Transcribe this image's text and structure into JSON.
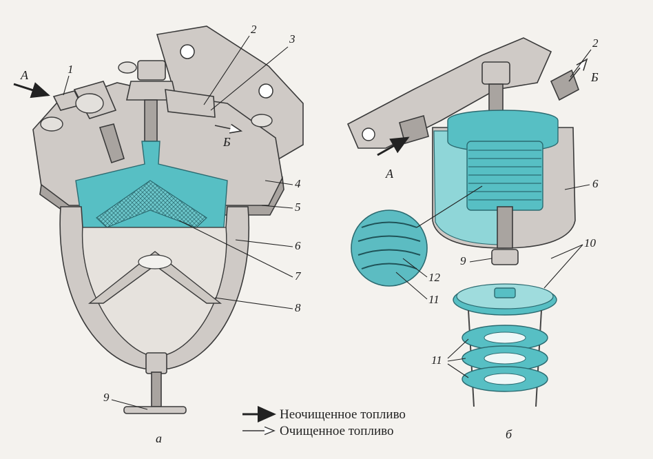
{
  "figure_a": {
    "caption": "а",
    "flow_in": "А",
    "flow_out": "Б",
    "callouts": [
      "1",
      "2",
      "3",
      "4",
      "5",
      "6",
      "7",
      "8",
      "9"
    ]
  },
  "figure_b": {
    "caption": "б",
    "flow_in": "А",
    "flow_out": "Б",
    "callouts": [
      "2",
      "6",
      "10",
      "9",
      "12",
      "11",
      "11"
    ]
  },
  "legend": {
    "unfiltered": "Неочищенное топливо",
    "filtered": "Очищенное топливо"
  },
  "colors": {
    "fuel": "#57bfc4",
    "metal": "#cfcac6",
    "background": "#f4f2ee"
  }
}
